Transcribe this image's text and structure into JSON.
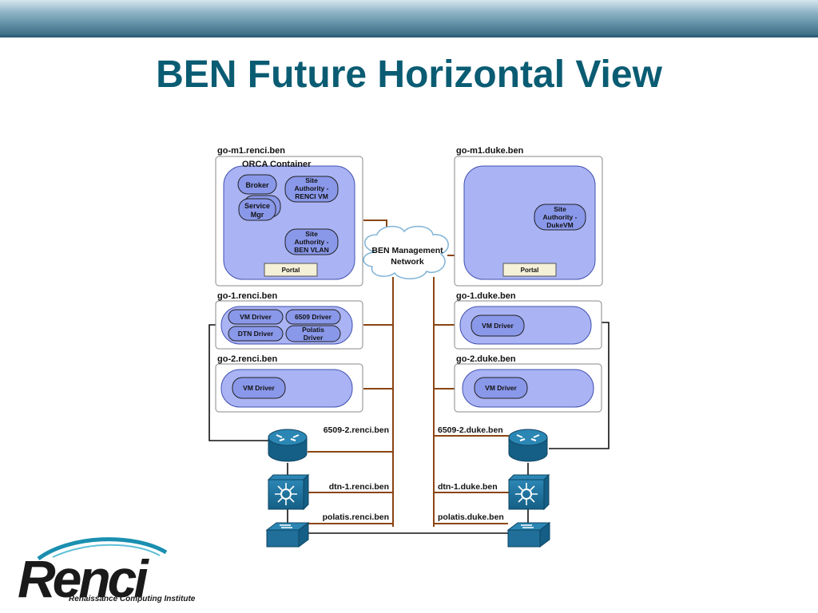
{
  "slide": {
    "title": "BEN Future Horizontal View"
  },
  "diagram": {
    "hosts": {
      "renci_m1": "go-m1.renci.ben",
      "duke_m1": "go-m1.duke.ben",
      "renci_go1": "go-1.renci.ben",
      "duke_go1": "go-1.duke.ben",
      "renci_go2": "go-2.renci.ben",
      "duke_go2": "go-2.duke.ben"
    },
    "container_label": "ORCA Container",
    "renci_components": {
      "broker": "Broker",
      "service_mgr_1": "Service",
      "service_mgr_2": "Mgr",
      "sa_renci_1": "Site",
      "sa_renci_2": "Authority -",
      "sa_renci_3": "RENCI VM",
      "sa_ben_1": "Site",
      "sa_ben_2": "Authority -",
      "sa_ben_3": "BEN VLAN",
      "portal": "Portal"
    },
    "duke_components": {
      "sa_duke_1": "Site",
      "sa_duke_2": "Authority -",
      "sa_duke_3": "DukeVM",
      "portal": "Portal"
    },
    "drivers": {
      "vm_driver": "VM Driver",
      "driver_6509": "6509 Driver",
      "dtn_driver": "DTN Driver",
      "polatis_driver_1": "Polatis",
      "polatis_driver_2": "Driver"
    },
    "network": {
      "line1": "BEN Management",
      "line2": "Network"
    },
    "devices": {
      "renci_6509": "6509-2.renci.ben",
      "duke_6509": "6509-2.duke.ben",
      "renci_dtn": "dtn-1.renci.ben",
      "duke_dtn": "dtn-1.duke.ben",
      "renci_polatis": "polatis.renci.ben",
      "duke_polatis": "polatis.duke.ben"
    }
  },
  "logo": {
    "name": "Renci",
    "subtitle": "Renaissance Computing Institute"
  },
  "colors": {
    "title": "#0a5c73",
    "container_fill": "#aab4f4",
    "component_fill": "#8a98ea",
    "link_brown": "#8b4513",
    "device_blue": "#1f6f9a"
  }
}
